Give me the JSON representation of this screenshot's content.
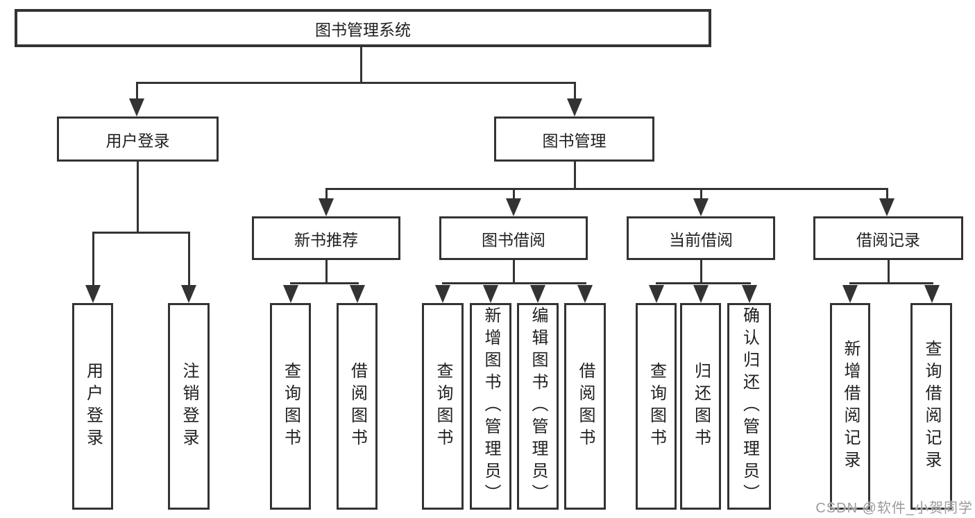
{
  "tree": {
    "root": "图书管理系统",
    "level2": [
      "用户登录",
      "图书管理"
    ],
    "level3": [
      "新书推荐",
      "图书借阅",
      "当前借阅",
      "借阅记录"
    ],
    "leaves_user": [
      "用户登录",
      "注销登录"
    ],
    "leaves_newbook": [
      "查询图书",
      "借阅图书"
    ],
    "leaves_borrow": [
      "查询图书",
      "新增图书（管理员）",
      "编辑图书（管理员）",
      "借阅图书"
    ],
    "leaves_current": [
      "查询图书",
      "归还图书",
      "确认归还（管理员）"
    ],
    "leaves_records": [
      "新增借阅记录",
      "查询借阅记录"
    ]
  },
  "watermark": "CSDN @软件_小贺同学",
  "colors": {
    "line": "#333333",
    "text": "#1f1f1f",
    "watermark": "#9b9b9b",
    "background": "#ffffff"
  }
}
